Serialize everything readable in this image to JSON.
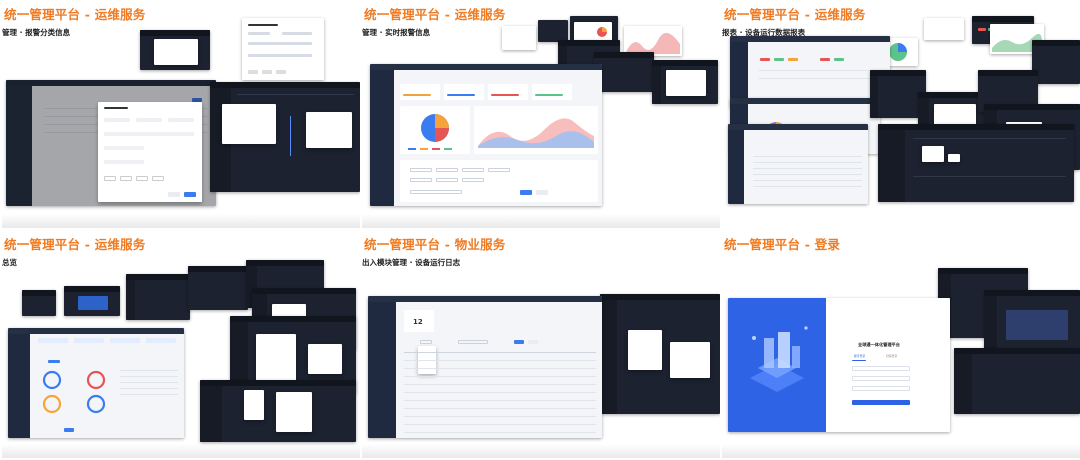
{
  "panels": [
    {
      "title": "统一管理平台 - 运维服务",
      "subtitle": "管理 · 报警分类信息"
    },
    {
      "title": "统一管理平台 - 运维服务",
      "subtitle": "管理 · 实时报警信息"
    },
    {
      "title": "统一管理平台 - 运维服务",
      "subtitle": "报表 · 设备运行数据报表"
    },
    {
      "title": "统一管理平台 - 运维服务",
      "subtitle": "总览"
    },
    {
      "title": "统一管理平台 - 物业服务",
      "subtitle": "出入模块管理 · 设备运行日志"
    },
    {
      "title": "统一管理平台 - 登录",
      "subtitle": ""
    }
  ],
  "panel5": {
    "stat_value": "12"
  },
  "login": {
    "title": "全球通一体化管理平台",
    "tab_account": "账号登录",
    "tab_scan": "扫码登录"
  },
  "colors": {
    "accent": "#f07b23",
    "dark_ui": "#1c2230",
    "primary": "#3b7cf0",
    "login_blue": "#2f63e6"
  },
  "pie_colors": [
    "#3b7cf0",
    "#f5a33a",
    "#e65454",
    "#5cc48a"
  ],
  "icons": [
    "pie-chart-icon",
    "area-chart-icon",
    "gauge-ring-icon",
    "isometric-server-icon"
  ]
}
